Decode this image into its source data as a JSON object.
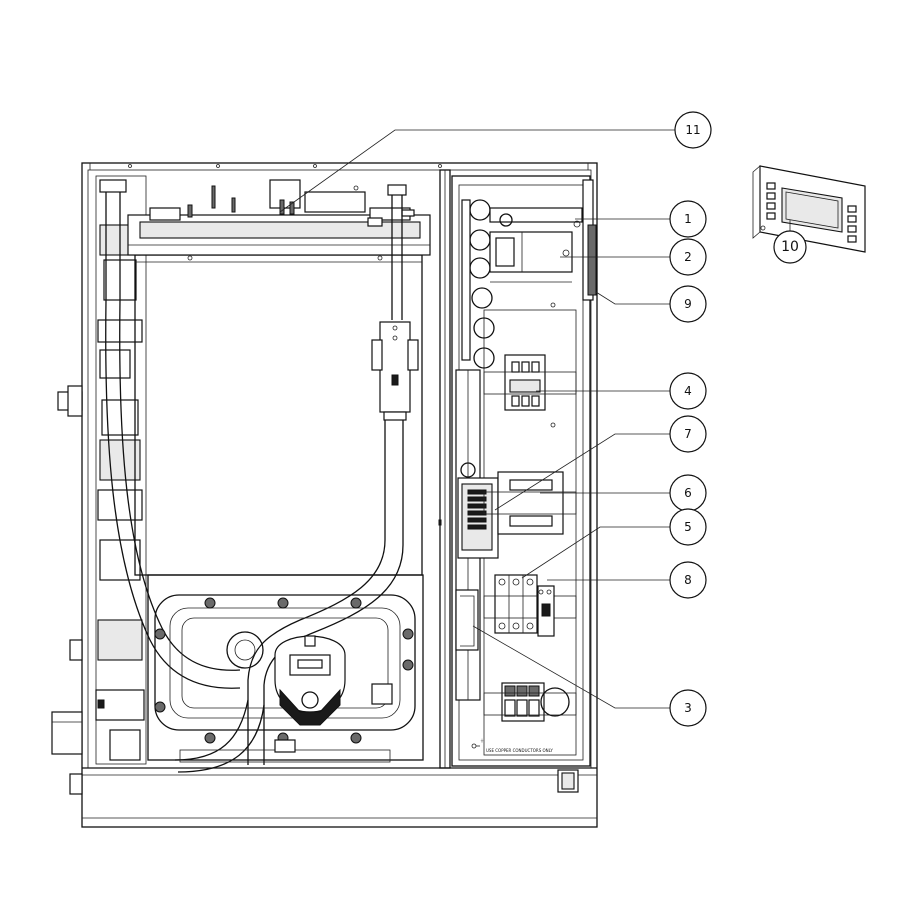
{
  "diagram": {
    "callouts": [
      {
        "id": "1",
        "label": "1"
      },
      {
        "id": "2",
        "label": "2"
      },
      {
        "id": "3",
        "label": "3"
      },
      {
        "id": "4",
        "label": "4"
      },
      {
        "id": "5",
        "label": "5"
      },
      {
        "id": "6",
        "label": "6"
      },
      {
        "id": "7",
        "label": "7"
      },
      {
        "id": "8",
        "label": "8"
      },
      {
        "id": "9",
        "label": "9"
      },
      {
        "id": "10",
        "label": "10"
      },
      {
        "id": "11",
        "label": "11"
      }
    ],
    "ground_note": "USE COPPER CONDUCTORS ONLY"
  }
}
